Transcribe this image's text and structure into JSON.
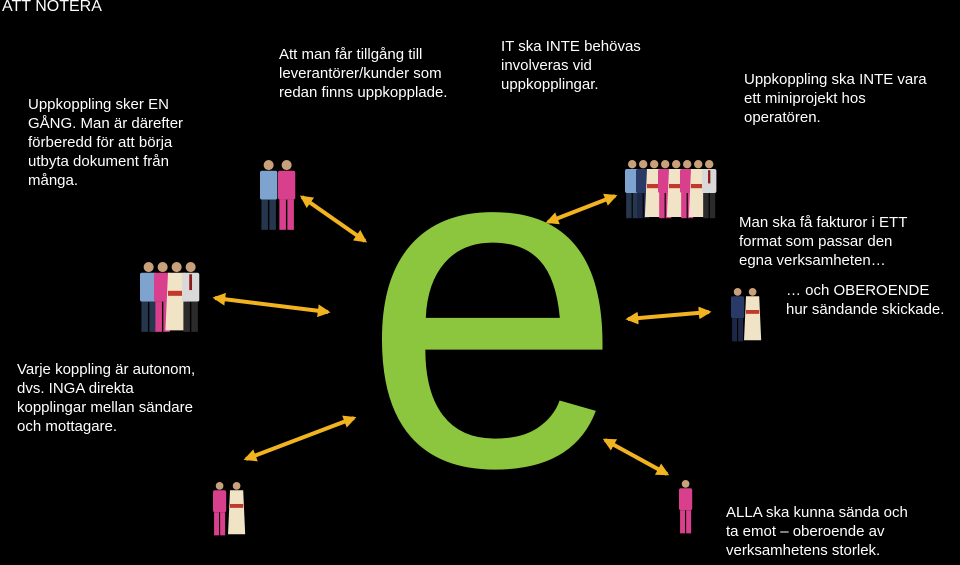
{
  "slide": {
    "title": "ATT NOTERA",
    "center_letter": "e",
    "colors": {
      "background": "#000000",
      "text": "#ffffff",
      "e_green": "#8cc63f",
      "arrow": "#f2b320",
      "suit_blue": "#7ea3cf",
      "suit_pink": "#d83f8c",
      "trousers": "#25364d",
      "kimono": "#f1e4c6"
    },
    "notes": [
      {
        "id": "once",
        "text": "Uppkoppling sker EN\nGÅNG. Man är därefter\nförberedd för att  börja\nutbyta dokument från\nmånga."
      },
      {
        "id": "access",
        "text": "Att man får tillgång till\nleverantörer/kunder som\nredan finns uppkopplade."
      },
      {
        "id": "it",
        "text": "IT ska INTE behövas\ninvolveras vid\nuppkopplingar."
      },
      {
        "id": "operator",
        "text": "Uppkoppling ska INTE vara\nett miniprojekt hos\noperatören."
      },
      {
        "id": "invoice",
        "text": "Man ska få fakturor i ETT\nformat som passar den\negna verksamheten…"
      },
      {
        "id": "independent",
        "text": "… och OBEROENDE\nhur sändande skickade."
      },
      {
        "id": "autonomous",
        "text": "Varje koppling är autonom,\ndvs. INGA direkta\nkopplingar mellan sändare\noch mottagare."
      },
      {
        "id": "all",
        "text": "ALLA ska kunna sända och\nta emot – oberoende av\nverksamhetens storlek."
      }
    ],
    "figure_groups": [
      {
        "id": "top-left",
        "people": [
          "blue-suit",
          "pink-suit"
        ]
      },
      {
        "id": "mid-left",
        "people": [
          "blue-suit",
          "pink-suit",
          "kimono",
          "suit-tie"
        ]
      },
      {
        "id": "bottom-left",
        "people": [
          "pink-suit",
          "kimono"
        ]
      },
      {
        "id": "top-right",
        "people": [
          "blue-suit",
          "navy-suit",
          "kimono",
          "pink-suit",
          "kimono",
          "pink-suit",
          "kimono",
          "suit-tie"
        ]
      },
      {
        "id": "mid-right",
        "people": [
          "navy-suit",
          "kimono"
        ]
      },
      {
        "id": "bottom-right",
        "people": [
          "pink-suit"
        ]
      }
    ],
    "arrow_icon": "double-headed-arrow-icon",
    "figure_icon": "business-person-icon"
  }
}
